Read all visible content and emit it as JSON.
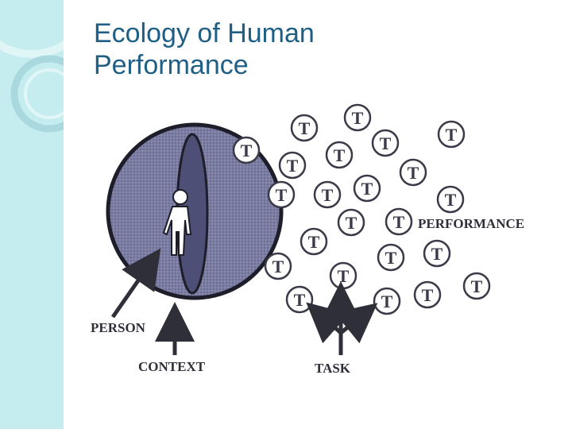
{
  "slide": {
    "title_line1": "Ecology of Human",
    "title_line2": "Performance"
  },
  "diagram": {
    "labels": {
      "person": "PERSON",
      "context": "CONTEXT",
      "task": "TASK",
      "performance": "PERFORMANCE"
    },
    "task_symbol": "T",
    "colors": {
      "sidebar": "#c5ecef",
      "title": "#1f5f86",
      "sphere": "#6b6d95",
      "ink": "#2f2f3a"
    }
  }
}
